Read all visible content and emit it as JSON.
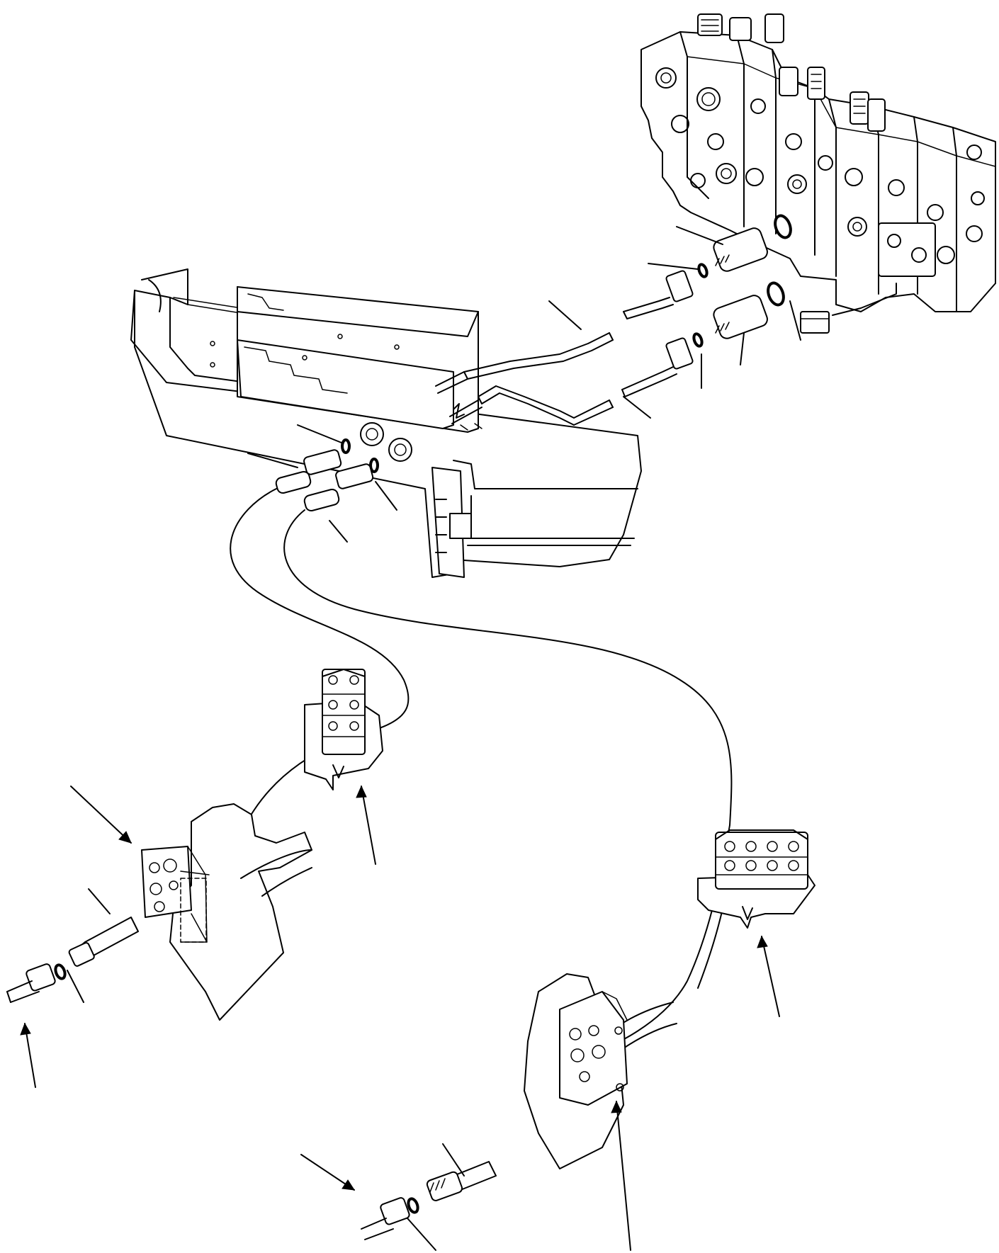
{
  "diagram": {
    "style": "line-drawing",
    "stroke_color": "#000000",
    "background_color": "#ffffff",
    "components": {
      "valve_block": "control-valve-assembly",
      "frame": "machine-frame",
      "tubes": [
        "upper-tube",
        "lower-tube"
      ],
      "hoses": [
        "left-hose",
        "right-hose"
      ],
      "clamps": [
        "upper-clamp",
        "lower-clamp"
      ],
      "ports": [
        "left-port-plate",
        "bottom-port-plate"
      ]
    }
  }
}
